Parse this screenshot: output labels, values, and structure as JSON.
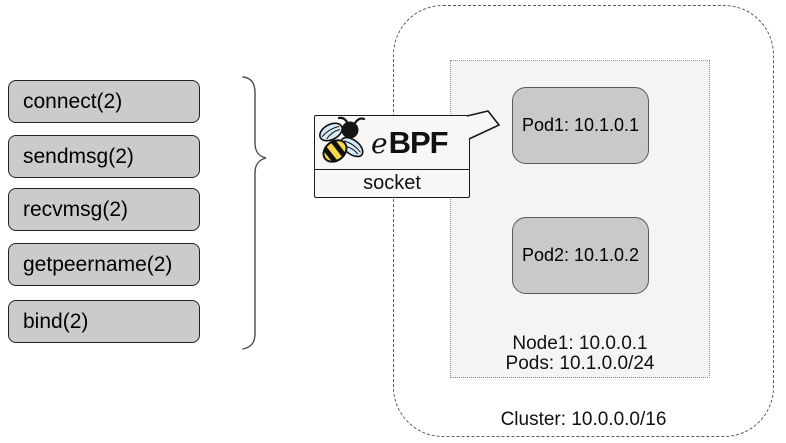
{
  "diagram": {
    "syscalls": [
      {
        "label": "connect(2)"
      },
      {
        "label": "sendmsg(2)"
      },
      {
        "label": "recvmsg(2)"
      },
      {
        "label": "getpeername(2)"
      },
      {
        "label": "bind(2)"
      }
    ],
    "ebpf": {
      "brand_e": "e",
      "brand_bpf": "BPF",
      "hook_label": "socket"
    },
    "cluster": {
      "label": "Cluster: 10.0.0.0/16",
      "node": {
        "title": "Node1: 10.0.0.1",
        "subnet": "Pods: 10.1.0.0/24",
        "pods": [
          {
            "label": "Pod1: 10.1.0.1"
          },
          {
            "label": "Pod2: 10.1.0.2"
          }
        ]
      }
    },
    "colors": {
      "syscall_fill": "#cbcbcb",
      "syscall_border": "#222222",
      "pod_fill": "#c9c9c9",
      "pod_border": "#595959",
      "node_fill": "#f4f4f4",
      "node_border": "#8f8f8f",
      "cluster_border": "#595959",
      "bubble_fill": "#f7f7f7",
      "bubble_border": "#1a1a1a",
      "bee_yellow": "#f6d74d",
      "bee_wing_blue": "#d8eaf7"
    }
  }
}
